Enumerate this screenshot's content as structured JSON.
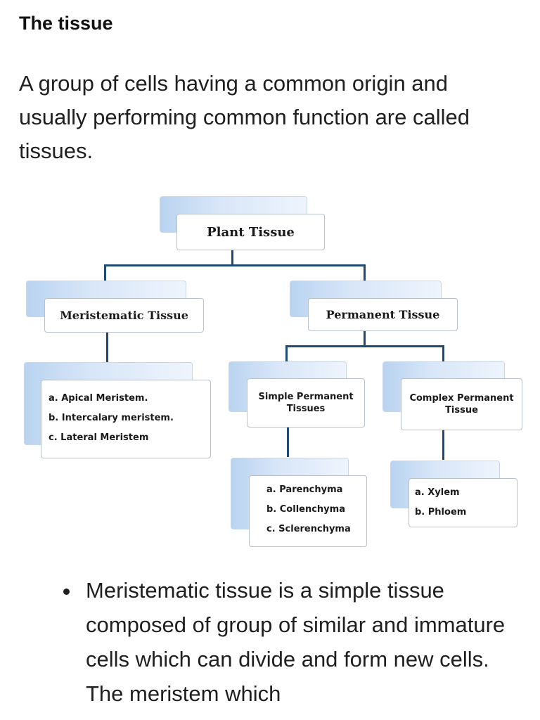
{
  "heading": "The tissue",
  "intro": "A group of cells having a common origin and usually performing common function are called tissues.",
  "diagram": {
    "root": "Plant Tissue",
    "meristematic": {
      "label": "Meristematic Tissue",
      "items": [
        "a. Apical Meristem.",
        "b. Intercalary meristem.",
        "c. Lateral Meristem"
      ]
    },
    "permanent": {
      "label": "Permanent Tissue",
      "simple": {
        "label": "Simple Permanent Tissues",
        "items": [
          "a. Parenchyma",
          "b. Collenchyma",
          "c. Sclerenchyma"
        ]
      },
      "complex": {
        "label": "Complex Permanent Tissue",
        "items": [
          "a. Xylem",
          "b. Phloem"
        ]
      }
    },
    "colors": {
      "connector": "#1f4a73",
      "shadow_start": "#b9d3f0",
      "shadow_end": "#eef4fc",
      "box_border": "#b8c0cc"
    }
  },
  "bullet": "Meristematic tissue is a simple tissue composed of group of similar and immature cells which can divide and form new cells. The meristem which"
}
